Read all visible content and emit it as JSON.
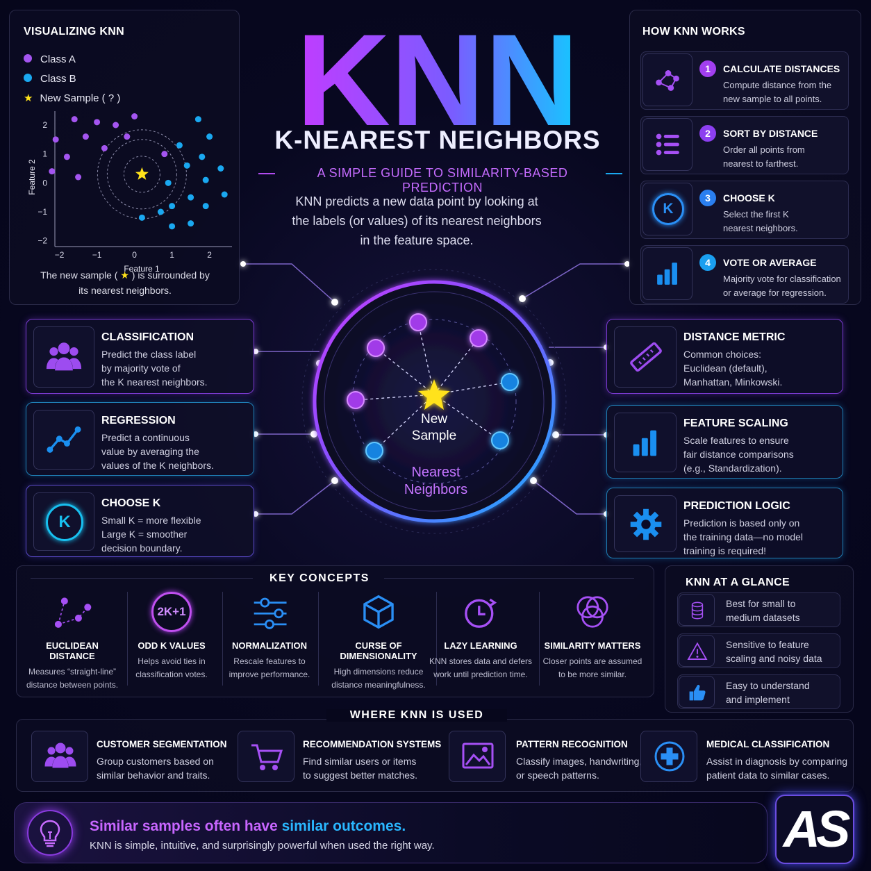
{
  "title": "KNN",
  "subtitle": "K-NEAREST NEIGHBORS",
  "tagline": "A SIMPLE GUIDE TO SIMILARITY-BASED PREDICTION",
  "intro": [
    "KNN predicts a new data point by looking at",
    "the labels (or values) of its nearest neighbors",
    "in the feature space."
  ],
  "viz": {
    "title": "VISUALIZING KNN",
    "legend": [
      "Class A",
      "Class B",
      "New Sample ( ? )"
    ],
    "ylabel": "Feature 2",
    "xlabel": "Feature 1",
    "xticks": [
      "−2",
      "−1",
      "0",
      "1",
      "2"
    ],
    "yticks": [
      "2",
      "1",
      "0",
      "−1",
      "−2"
    ],
    "caption": [
      "The new sample (",
      "★",
      ") is surrounded by",
      "its nearest neighbors."
    ]
  },
  "chart_data": {
    "type": "scatter",
    "xlabel": "Feature 1",
    "ylabel": "Feature 2",
    "xlim": [
      -2.4,
      2.6
    ],
    "ylim": [
      -2.2,
      2.6
    ],
    "series": [
      {
        "name": "Class A",
        "color": "#a455f0",
        "points": [
          [
            -1.6,
            2.2
          ],
          [
            -1.0,
            2.1
          ],
          [
            -0.5,
            2.0
          ],
          [
            0.0,
            2.3
          ],
          [
            -2.1,
            1.5
          ],
          [
            -1.3,
            1.6
          ],
          [
            -0.2,
            1.6
          ],
          [
            -1.8,
            0.9
          ],
          [
            -0.8,
            1.2
          ],
          [
            -2.2,
            0.4
          ],
          [
            -1.5,
            0.2
          ],
          [
            0.8,
            1.0
          ]
        ]
      },
      {
        "name": "Class B",
        "color": "#1aa8f0",
        "points": [
          [
            1.7,
            2.2
          ],
          [
            2.0,
            1.6
          ],
          [
            1.2,
            1.3
          ],
          [
            1.8,
            0.9
          ],
          [
            1.4,
            0.6
          ],
          [
            2.3,
            0.5
          ],
          [
            0.9,
            0.0
          ],
          [
            1.9,
            0.1
          ],
          [
            1.5,
            -0.5
          ],
          [
            2.4,
            -0.4
          ],
          [
            1.0,
            -0.8
          ],
          [
            1.9,
            -0.8
          ],
          [
            0.2,
            -1.2
          ],
          [
            0.7,
            -1.0
          ],
          [
            1.5,
            -1.4
          ],
          [
            1.0,
            -1.5
          ]
        ]
      },
      {
        "name": "New Sample ( ? )",
        "color": "#ffe21a",
        "points": [
          [
            0.2,
            0.3
          ]
        ]
      }
    ]
  },
  "how": {
    "title": "HOW KNN WORKS",
    "steps": [
      {
        "n": "1",
        "t": "CALCULATE DISTANCES",
        "d": [
          "Compute distance from the",
          "new sample to all points."
        ]
      },
      {
        "n": "2",
        "t": "SORT BY DISTANCE",
        "d": [
          "Order all points from",
          "nearest to farthest."
        ]
      },
      {
        "n": "3",
        "t": "CHOOSE K",
        "d": [
          "Select the first K",
          "nearest neighbors."
        ]
      },
      {
        "n": "4",
        "t": "VOTE OR AVERAGE",
        "d": [
          "Majority vote for classification",
          "or average for regression."
        ]
      }
    ]
  },
  "left_cards": [
    {
      "t": "CLASSIFICATION",
      "d": [
        "Predict the class label",
        "by majority vote of",
        "the K nearest neighbors."
      ]
    },
    {
      "t": "REGRESSION",
      "d": [
        "Predict a continuous",
        "value by averaging the",
        "values of the K neighbors."
      ]
    },
    {
      "t": "CHOOSE K",
      "d": [
        "Small K = more flexible",
        "Large K = smoother",
        "decision boundary."
      ],
      "icon": "K"
    }
  ],
  "right_cards": [
    {
      "t": "DISTANCE METRIC",
      "d": [
        "Common choices:",
        "Euclidean (default),",
        "Manhattan, Minkowski."
      ]
    },
    {
      "t": "FEATURE SCALING",
      "d": [
        "Scale features to ensure",
        "fair distance comparisons",
        "(e.g., Standardization)."
      ]
    },
    {
      "t": "PREDICTION LOGIC",
      "d": [
        "Prediction is based only on",
        "the training data—no model",
        "training is required!"
      ]
    }
  ],
  "center": {
    "new1": "New",
    "new2": "Sample",
    "nn1": "Nearest",
    "nn2": "Neighbors"
  },
  "key": {
    "title": "KEY CONCEPTS",
    "items": [
      {
        "t": "EUCLIDEAN DISTANCE",
        "d": [
          "Measures “straight-line”",
          "distance between points."
        ]
      },
      {
        "t": "ODD K VALUES",
        "d": [
          "Helps avoid ties in",
          "classification votes."
        ],
        "icon": "2K+1"
      },
      {
        "t": "NORMALIZATION",
        "d": [
          "Rescale features to",
          "improve performance."
        ]
      },
      {
        "t": "CURSE OF DIMENSIONALITY",
        "d": [
          "High dimensions reduce",
          "distance meaningfulness."
        ]
      },
      {
        "t": "LAZY LEARNING",
        "d": [
          "KNN stores data and defers",
          "work until prediction time."
        ]
      },
      {
        "t": "SIMILARITY MATTERS",
        "d": [
          "Closer points are assumed",
          "to be more similar."
        ]
      }
    ]
  },
  "glance": {
    "title": "KNN AT A GLANCE",
    "items": [
      [
        "Best for small to",
        "medium datasets"
      ],
      [
        "Sensitive to feature",
        "scaling and noisy data"
      ],
      [
        "Easy to understand",
        "and implement"
      ]
    ]
  },
  "uses": {
    "title": "WHERE KNN IS USED",
    "items": [
      {
        "t": "CUSTOMER SEGMENTATION",
        "d": [
          "Group customers based on",
          "similar behavior and traits."
        ]
      },
      {
        "t": "RECOMMENDATION SYSTEMS",
        "d": [
          "Find similar users or items",
          "to suggest better matches."
        ]
      },
      {
        "t": "PATTERN RECOGNITION",
        "d": [
          "Classify images, handwriting,",
          "or speech patterns."
        ]
      },
      {
        "t": "MEDICAL CLASSIFICATION",
        "d": [
          "Assist in diagnosis by comparing",
          "patient data to similar cases."
        ]
      }
    ]
  },
  "footer": {
    "h1": "Similar samples often have ",
    "h2": "similar outcomes.",
    "sub": "KNN is simple, intuitive, and surprisingly powerful when used the right way.",
    "logo": "AS"
  },
  "colors": {
    "purple": "#a455f0",
    "blue": "#1aa8f0",
    "yellow": "#ffe21a"
  }
}
